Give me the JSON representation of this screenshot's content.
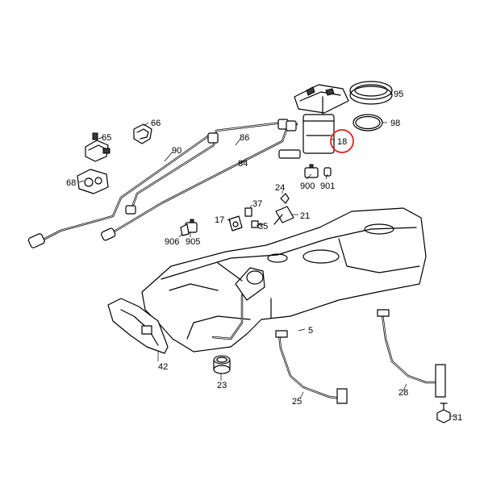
{
  "labels": {
    "p5": "5",
    "p17": "17",
    "p18": "18",
    "p21": "21",
    "p23": "23",
    "p24": "24",
    "p25": "25",
    "p28": "28",
    "p31": "31",
    "p35": "35",
    "p37": "37",
    "p42": "42",
    "p65": "65",
    "p66": "66",
    "p68": "68",
    "p84": "84",
    "p86": "86",
    "p90": "90",
    "p95": "95",
    "p98": "98",
    "p900": "900",
    "p901": "901",
    "p905": "905",
    "p906": "906"
  },
  "highlight": {
    "part": "18",
    "color": "#e02020"
  }
}
